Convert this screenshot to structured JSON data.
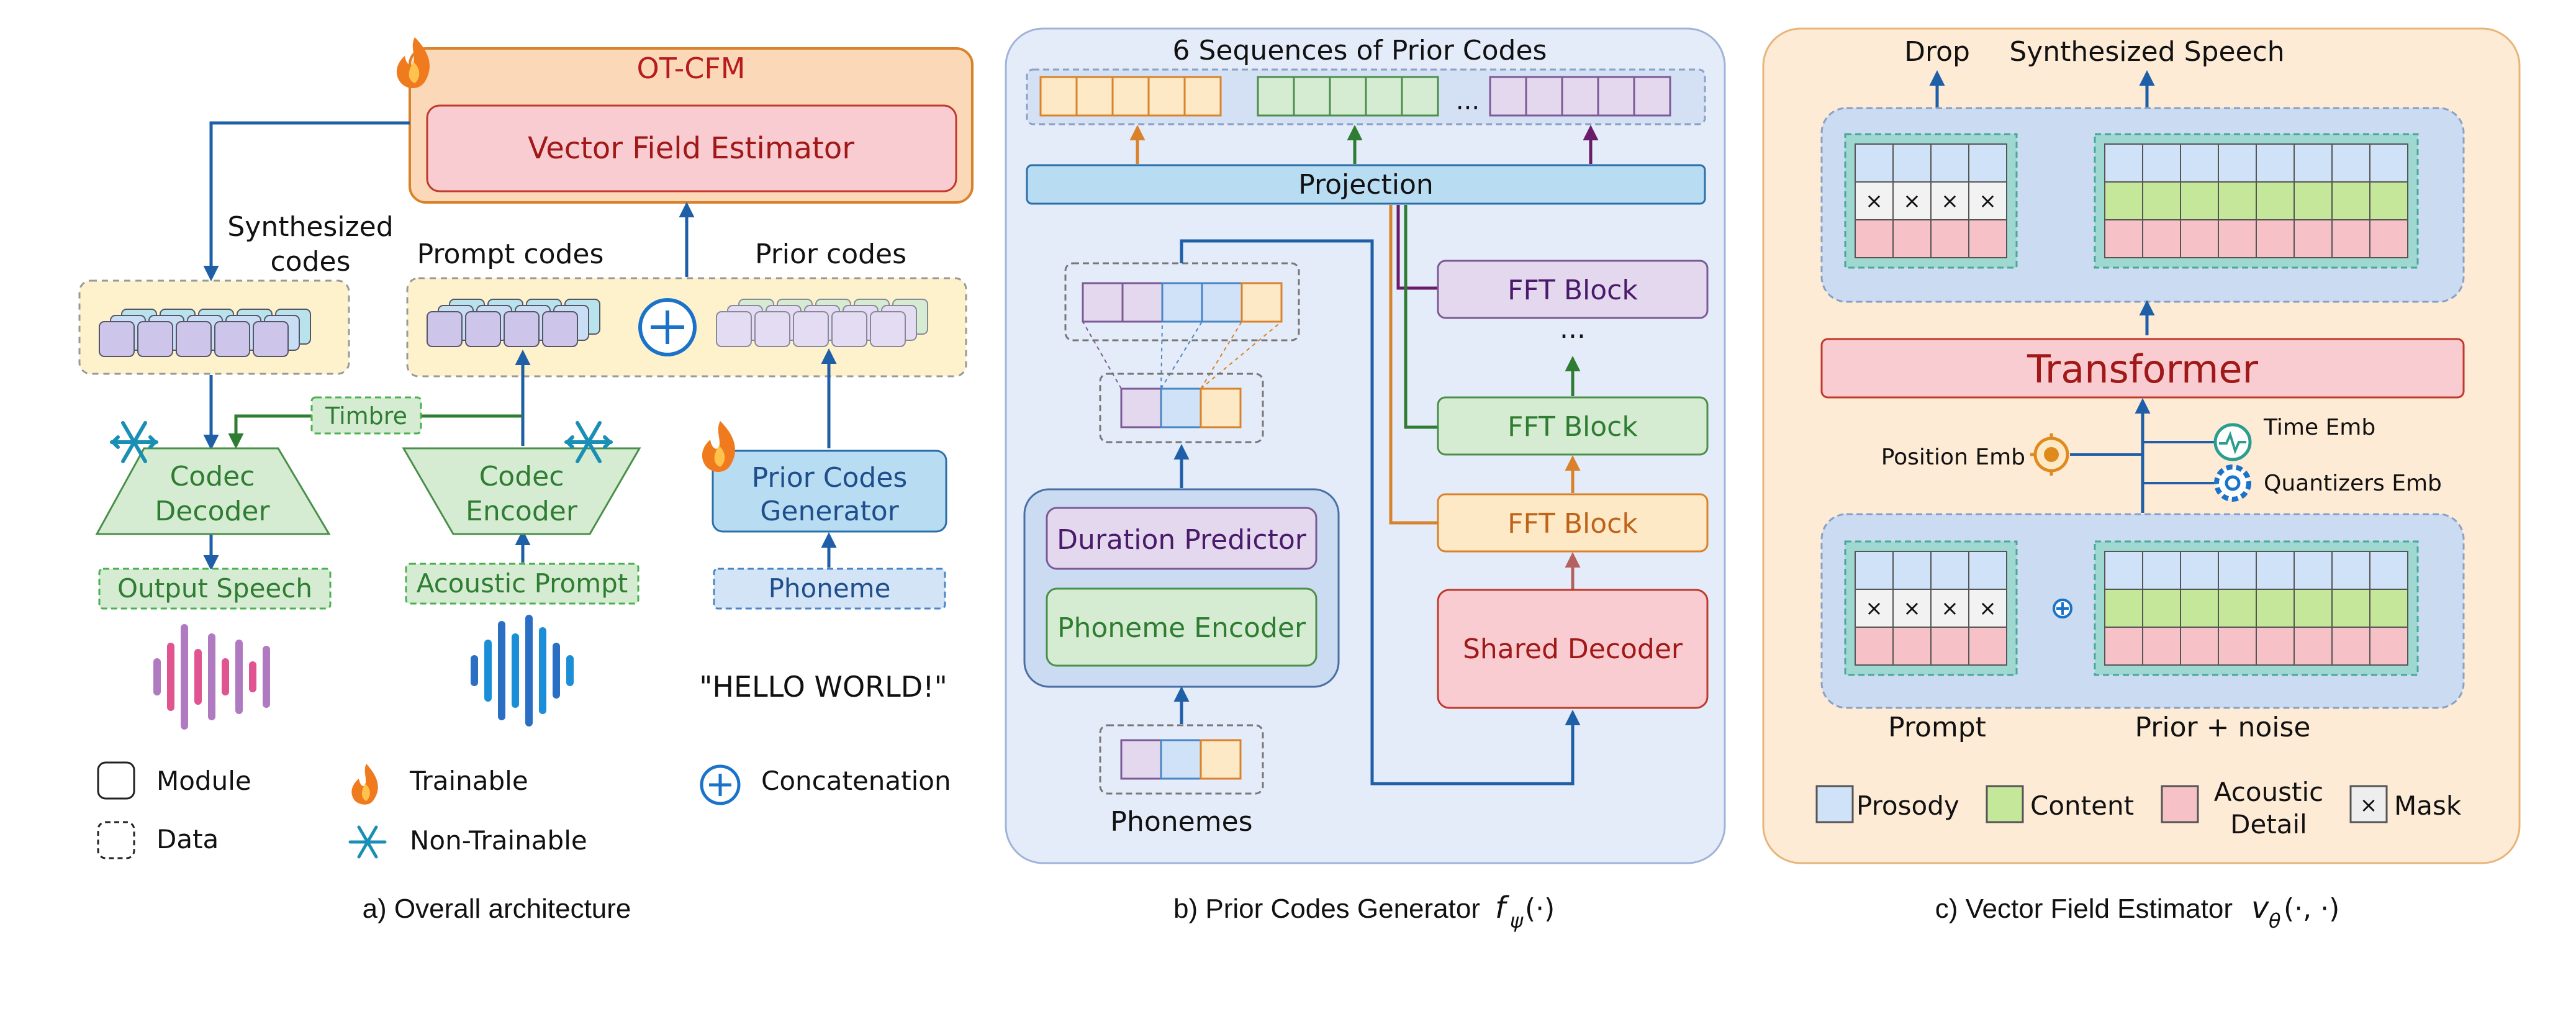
{
  "panel_a": {
    "caption": "a) Overall architecture",
    "ot_cfm": "OT-CFM",
    "vfe": "Vector Field Estimator",
    "synth_codes_1": "Synthesized",
    "synth_codes_2": "codes",
    "prompt_codes": "Prompt codes",
    "prior_codes": "Prior codes",
    "timbre": "Timbre",
    "codec_decoder_1": "Codec",
    "codec_decoder_2": "Decoder",
    "codec_encoder_1": "Codec",
    "codec_encoder_2": "Encoder",
    "pcg_1": "Prior Codes",
    "pcg_2": "Generator",
    "output_speech": "Output Speech",
    "acoustic_prompt": "Acoustic Prompt",
    "phoneme": "Phoneme",
    "hello": "\"HELLO WORLD!\"",
    "legend": {
      "module": "Module",
      "data": "Data",
      "trainable": "Trainable",
      "non_trainable": "Non-Trainable",
      "concat": "Concatenation"
    }
  },
  "panel_b": {
    "caption": "b) Prior Codes Generator",
    "caption_math": "f",
    "caption_sub": "ψ",
    "caption_args": "(·)",
    "title": "6 Sequences of Prior Codes",
    "projection": "Projection",
    "ellipsis_seq": "...",
    "fft_block": "FFT Block",
    "fft_dots": "...",
    "shared_decoder": "Shared Decoder",
    "duration_predictor": "Duration Predictor",
    "phoneme_encoder": "Phoneme Encoder",
    "phonemes": "Phonemes"
  },
  "panel_c": {
    "caption": "c) Vector Field Estimator",
    "caption_math": "v",
    "caption_sub": "θ",
    "caption_args": "(·, ·)",
    "drop": "Drop",
    "synth_speech": "Synthesized Speech",
    "transformer": "Transformer",
    "position_emb": "Position Emb",
    "time_emb": "Time Emb",
    "quantizers_emb": "Quantizers Emb",
    "prompt": "Prompt",
    "prior_noise": "Prior + noise",
    "mask_symbol": "×",
    "legend": {
      "prosody": "Prosody",
      "content": "Content",
      "acoustic_1": "Acoustic",
      "acoustic_2": "Detail",
      "mask": "Mask"
    }
  },
  "colors": {
    "blue_arrow": "#1f5fa8",
    "green_arrow": "#2e7d32",
    "orange": "#f0a04b",
    "red_text": "#b71c1c",
    "green_text": "#2e7d32",
    "purple_text": "#4a1a6b",
    "prosody": "#cfe2f8",
    "content": "#c5e79a",
    "acoustic": "#f6c1c7"
  }
}
